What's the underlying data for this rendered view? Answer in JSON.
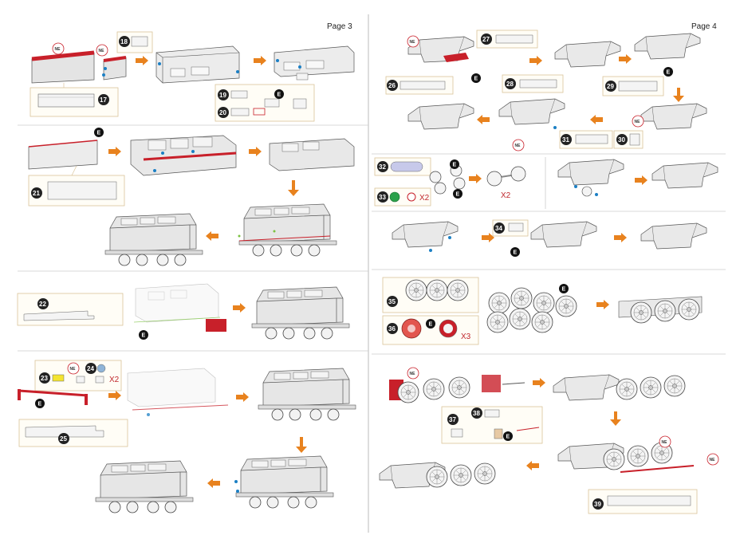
{
  "page_left": "Page 3",
  "page_right": "Page 4",
  "steps": [
    "17",
    "18",
    "19",
    "20",
    "21",
    "22",
    "23",
    "24",
    "25",
    "26",
    "27",
    "28",
    "29",
    "30",
    "31",
    "32",
    "33",
    "34",
    "35",
    "36",
    "37",
    "38",
    "39"
  ],
  "markers": {
    "ne": "NE",
    "e": "E"
  },
  "multipliers": {
    "x2_a": "X2",
    "x2_b": "X2",
    "x2_c": "X2",
    "x3": "X3"
  },
  "colors": {
    "accent_red": "#c8202a",
    "arrow_orange": "#e8821e",
    "callout_tan": "#d9c49a",
    "dot_blue": "#1b7fc4",
    "dot_green": "#7cc242"
  }
}
